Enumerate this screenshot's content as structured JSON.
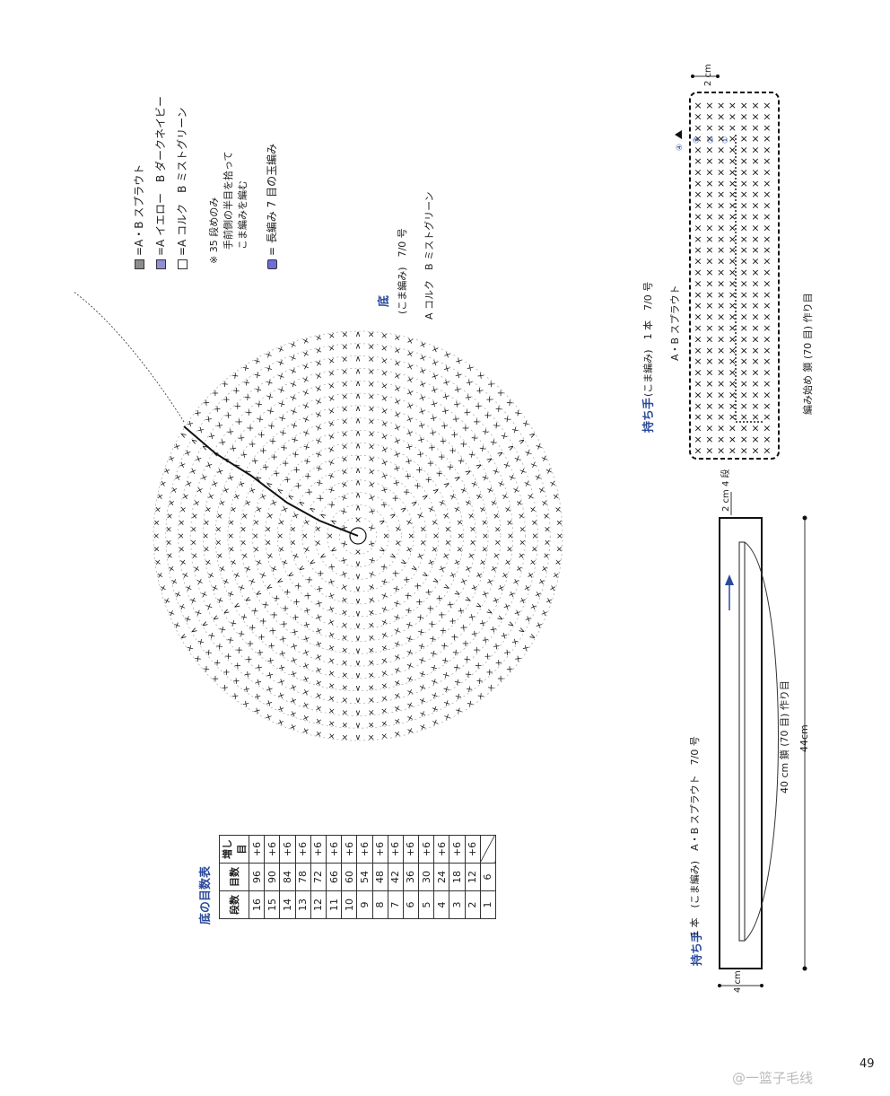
{
  "legend": {
    "items": [
      {
        "swatch": "#8c8c8c",
        "text": "=A・B スプラウト"
      },
      {
        "swatch": "#8f8fd8",
        "text": "=A イエロー　B ダークネイビー"
      },
      {
        "swatch": "#ffffff",
        "text": "=A コルク　B ミストグリーン"
      }
    ],
    "note_line1": "※ 35 段めのみ",
    "note_line2": "手前側の半目を拾って",
    "note_line3": "こま編みを編む",
    "stitch_note": "= 長編み 7 目の玉編み"
  },
  "base_section": {
    "title": "底",
    "spec": "(こま編み)　7/0 号",
    "yarn": "A コルク　B ミストグリーン"
  },
  "table": {
    "title": "底の目数表",
    "headers": [
      "段数",
      "目数",
      "増し目"
    ],
    "rows": [
      [
        "16",
        "96",
        "+6"
      ],
      [
        "15",
        "90",
        "+6"
      ],
      [
        "14",
        "84",
        "+6"
      ],
      [
        "13",
        "78",
        "+6"
      ],
      [
        "12",
        "72",
        "+6"
      ],
      [
        "11",
        "66",
        "+6"
      ],
      [
        "10",
        "60",
        "+6"
      ],
      [
        "9",
        "54",
        "+6"
      ],
      [
        "8",
        "48",
        "+6"
      ],
      [
        "7",
        "42",
        "+6"
      ],
      [
        "6",
        "36",
        "+6"
      ],
      [
        "5",
        "30",
        "+6"
      ],
      [
        "4",
        "24",
        "+6"
      ],
      [
        "3",
        "18",
        "+6"
      ],
      [
        "2",
        "12",
        "+6"
      ],
      [
        "1",
        "6",
        ""
      ]
    ]
  },
  "handle_chart": {
    "title": "持ち手",
    "spec": "(こま編み)　1 本　7/0 号",
    "yarn": "A・B スプラウト",
    "start_note": "編み始め 鎖 (70 目) 作り目",
    "dim_top": "2 cm",
    "row_marks": [
      "①",
      "②",
      "③",
      "④"
    ]
  },
  "handle_schematic": {
    "title": "持ち手",
    "spec": "1 本　(こま編み)　A・B スプラウト　7/0 号",
    "width_label": "4 cm",
    "rows_label": "2 cm 4 段",
    "chain_label": "40 cm 鎖 (70 目) 作り目",
    "length_label": "44cm"
  },
  "page_number": "49",
  "watermark": "@一篮子毛线"
}
